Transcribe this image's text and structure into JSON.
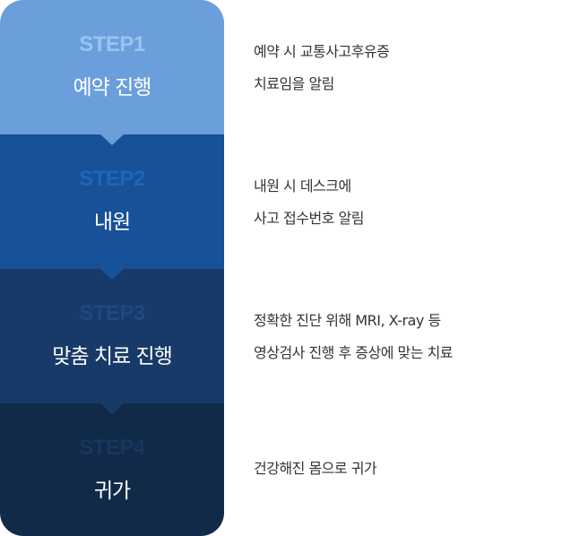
{
  "steps": [
    {
      "label": "STEP1",
      "title": "예약 진행",
      "bg": "#6a9fdc",
      "label_color": "#9cc3ee",
      "lines": [
        "예약 시 교통사고후유증",
        "치료임을 알림"
      ]
    },
    {
      "label": "STEP2",
      "title": "내원",
      "bg": "#175197",
      "label_color": "#1f66b8",
      "lines": [
        "내원 시 데스크에",
        "사고 접수번호 알림"
      ]
    },
    {
      "label": "STEP3",
      "title": "맞춤 치료 진행",
      "bg": "#183a68",
      "label_color": "#1d4a85",
      "lines": [
        "정확한 진단 위해 MRI, X-ray 등",
        "영상검사 진행 후 증상에 맞는 치료"
      ]
    },
    {
      "label": "STEP4",
      "title": "귀가",
      "bg": "#112a49",
      "label_color": "#17375f",
      "lines": [
        "건강해진 몸으로 귀가"
      ]
    }
  ]
}
